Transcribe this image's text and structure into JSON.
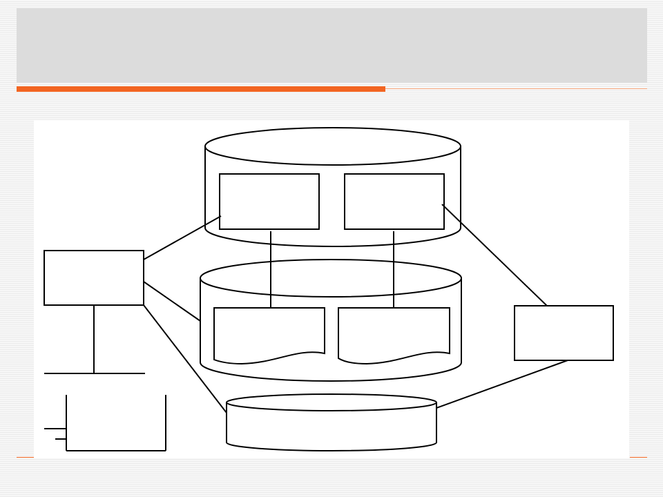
{
  "theme": {
    "accent": "#f26522",
    "title_band": "#dcdcdc",
    "stroke": "#000000"
  },
  "diagram": {
    "nodes": [
      {
        "id": "top-cylinder",
        "shape": "cylinder"
      },
      {
        "id": "top-left-box",
        "shape": "rectangle"
      },
      {
        "id": "top-right-box",
        "shape": "rectangle"
      },
      {
        "id": "middle-cylinder",
        "shape": "cylinder"
      },
      {
        "id": "middle-left-document",
        "shape": "document"
      },
      {
        "id": "middle-right-document",
        "shape": "document"
      },
      {
        "id": "bottom-cylinder",
        "shape": "cylinder"
      },
      {
        "id": "left-box",
        "shape": "rectangle"
      },
      {
        "id": "right-box",
        "shape": "rectangle"
      },
      {
        "id": "bottom-left-bracket",
        "shape": "bracket"
      }
    ],
    "edges": [
      {
        "from": "left-box",
        "to": "top-left-box"
      },
      {
        "from": "left-box",
        "to": "middle-cylinder"
      },
      {
        "from": "left-box",
        "to": "bottom-cylinder"
      },
      {
        "from": "top-left-box",
        "to": "middle-left-document"
      },
      {
        "from": "top-right-box",
        "to": "middle-right-document"
      },
      {
        "from": "top-right-box",
        "to": "right-box"
      },
      {
        "from": "right-box",
        "to": "bottom-cylinder"
      }
    ]
  }
}
